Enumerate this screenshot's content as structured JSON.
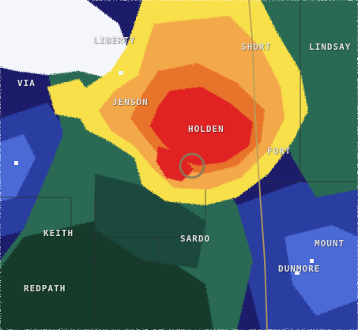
{
  "map": {
    "town_labels": [
      {
        "id": "liberty",
        "text": "LIBERTY"
      },
      {
        "id": "short",
        "text": "SHORT"
      },
      {
        "id": "lindsay",
        "text": "LINDSAY"
      },
      {
        "id": "via",
        "text": "VIA"
      },
      {
        "id": "jenson",
        "text": "JENSON"
      },
      {
        "id": "holden",
        "text": "HOLDEN"
      },
      {
        "id": "fort",
        "text": "FORT"
      },
      {
        "id": "keith",
        "text": "KEITH"
      },
      {
        "id": "sardo",
        "text": "SARDO"
      },
      {
        "id": "mount",
        "text": "MOUNT"
      },
      {
        "id": "redpath",
        "text": "REDPATH"
      },
      {
        "id": "dunmore",
        "text": "DUNMORE"
      }
    ],
    "colors": {
      "white_clear": "#f4f6fb",
      "navy": "#1c1f6b",
      "blue": "#2a3da0",
      "light_blue": "#4c6ad6",
      "dark_teal": "#1e4a3c",
      "teal": "#2a6a55",
      "dark_green": "#173a2a",
      "yellow": "#f7e04a",
      "orange": "#f3a84a",
      "dark_orange": "#e8732c",
      "red": "#e02424",
      "road": "#b8a05a",
      "boundary": "#2a2f3a"
    },
    "features": {
      "mesocyclone_marker": "circle-marker",
      "highway": "highway-line",
      "county_lines": "county-boundary-lines"
    }
  }
}
